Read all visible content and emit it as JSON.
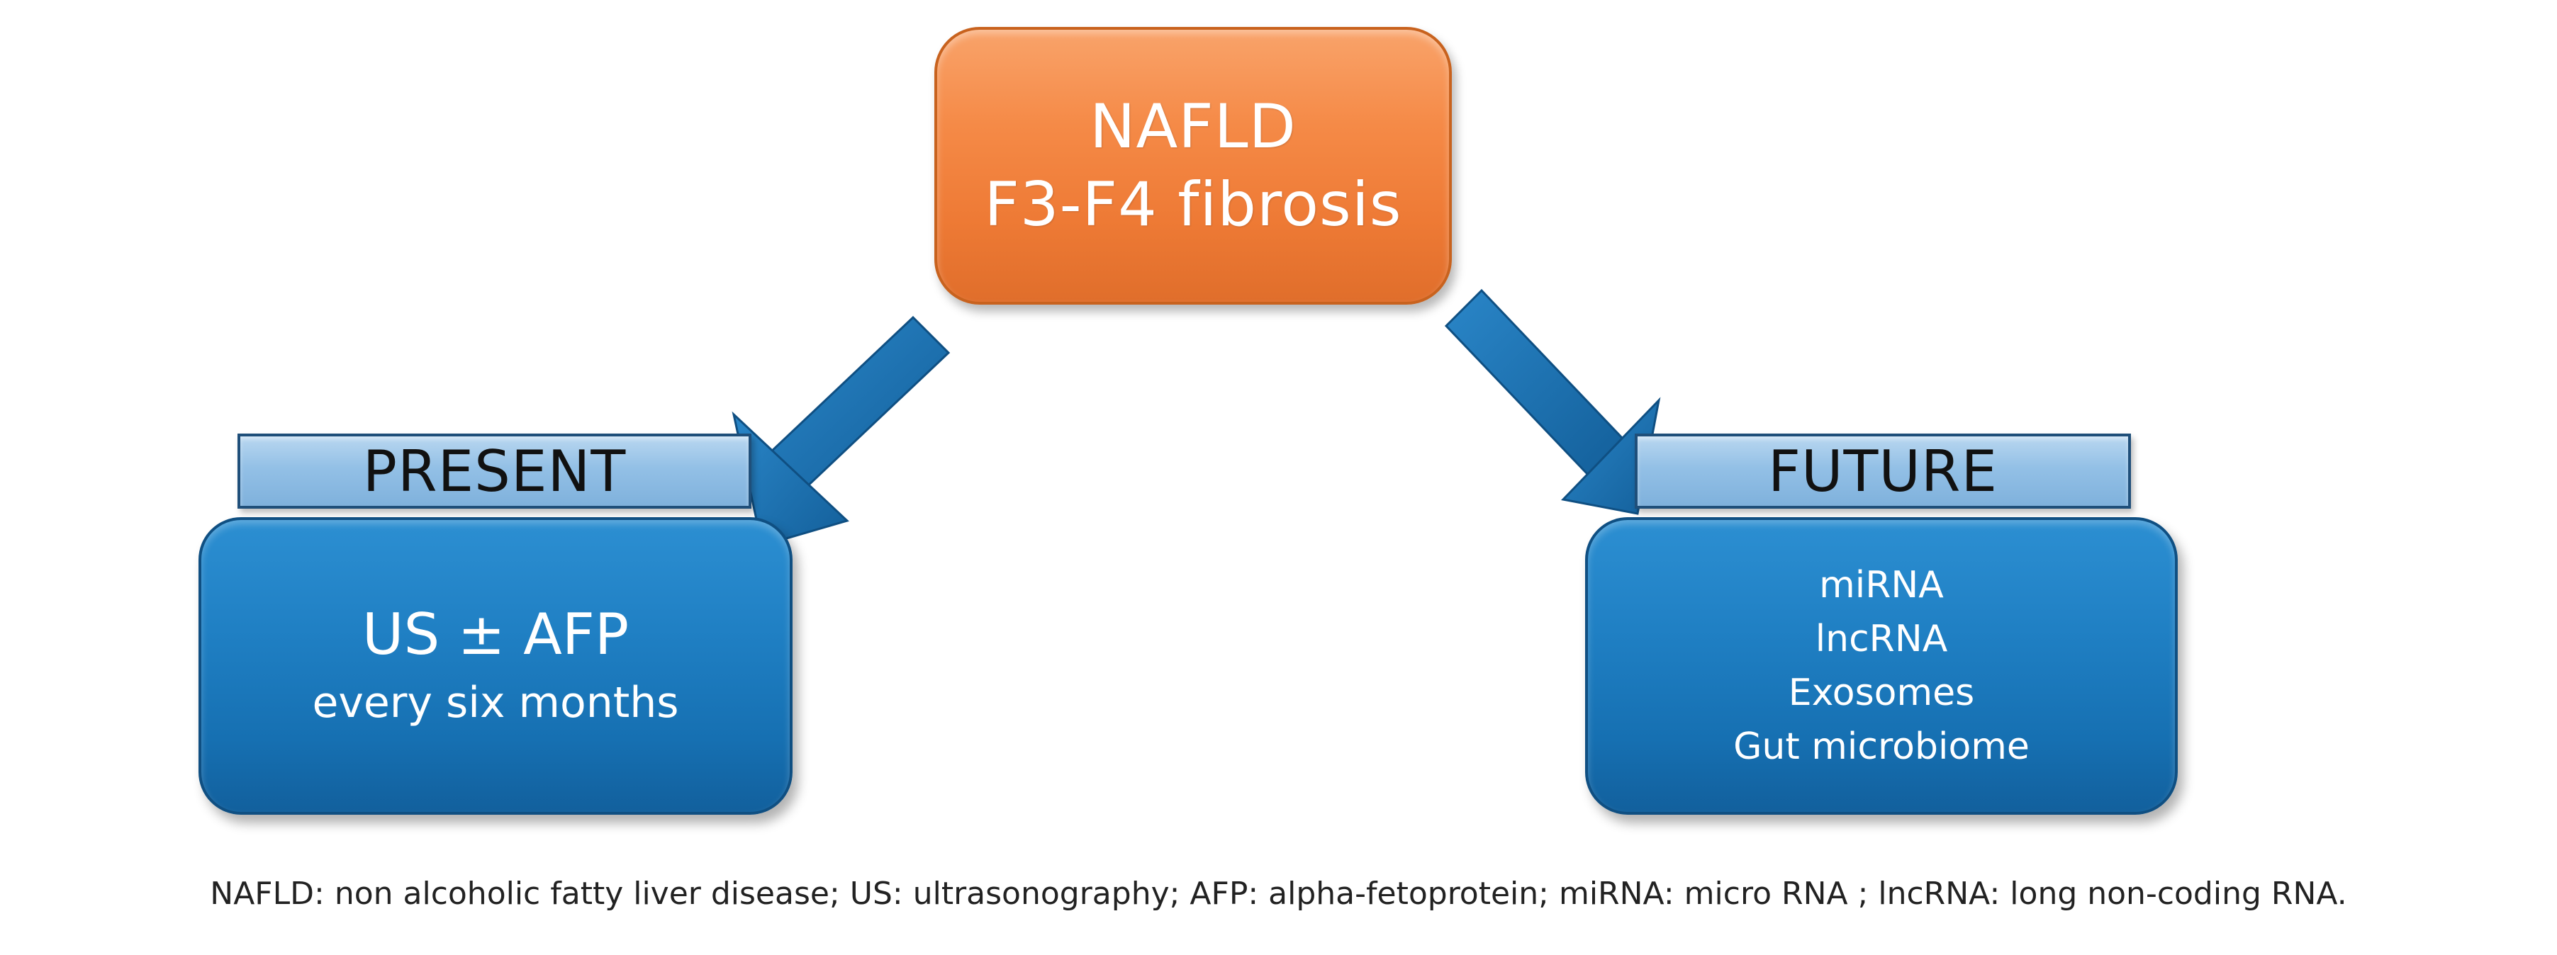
{
  "root": {
    "line1": "NAFLD",
    "line2": "F3-F4 fibrosis",
    "color": "#f58a47"
  },
  "present": {
    "label": "PRESENT",
    "line1": "US ± AFP",
    "line2": "every six months",
    "color": "#1f7fc3"
  },
  "future": {
    "label": "FUTURE",
    "items": [
      "miRNA",
      "lncRNA",
      "Exosomes",
      "Gut microbiome"
    ],
    "color": "#1f7fc3"
  },
  "arrow_color": "#1a6fae",
  "caption": "NAFLD: non alcoholic fatty liver disease; US: ultrasonography; AFP: alpha-fetoprotein; miRNA: micro RNA ; lncRNA: long non-coding RNA."
}
